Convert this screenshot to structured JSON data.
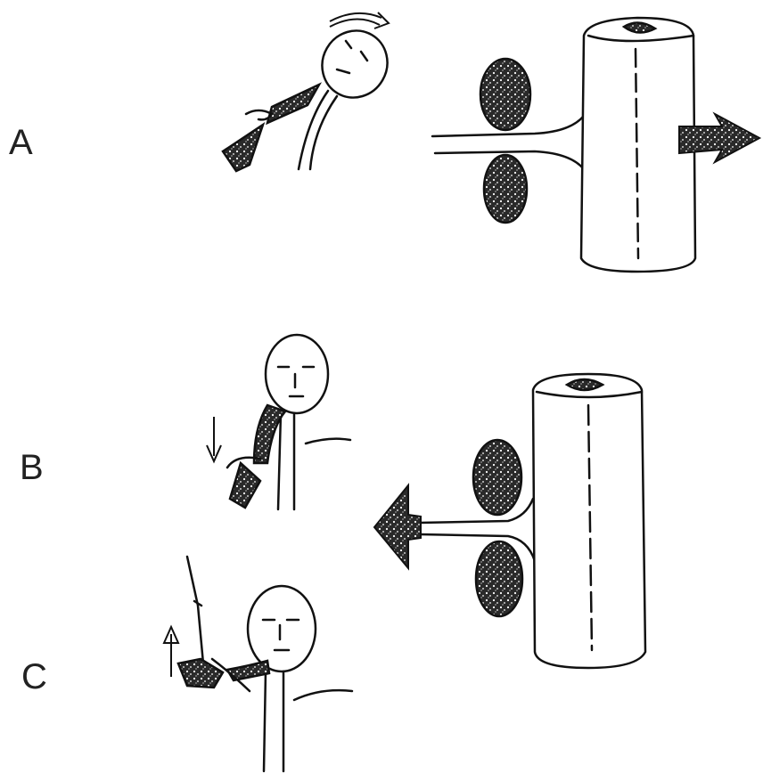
{
  "labels": {
    "a": "A",
    "b": "B",
    "c": "C"
  },
  "colors": {
    "ink": "#111111",
    "dark_fill": "#2a2a2a",
    "paper": "#ffffff"
  },
  "icons": [
    "curved-arrow-icon",
    "right-arrow-icon",
    "left-arrow-icon",
    "down-arrow-icon",
    "up-arrow-icon"
  ]
}
